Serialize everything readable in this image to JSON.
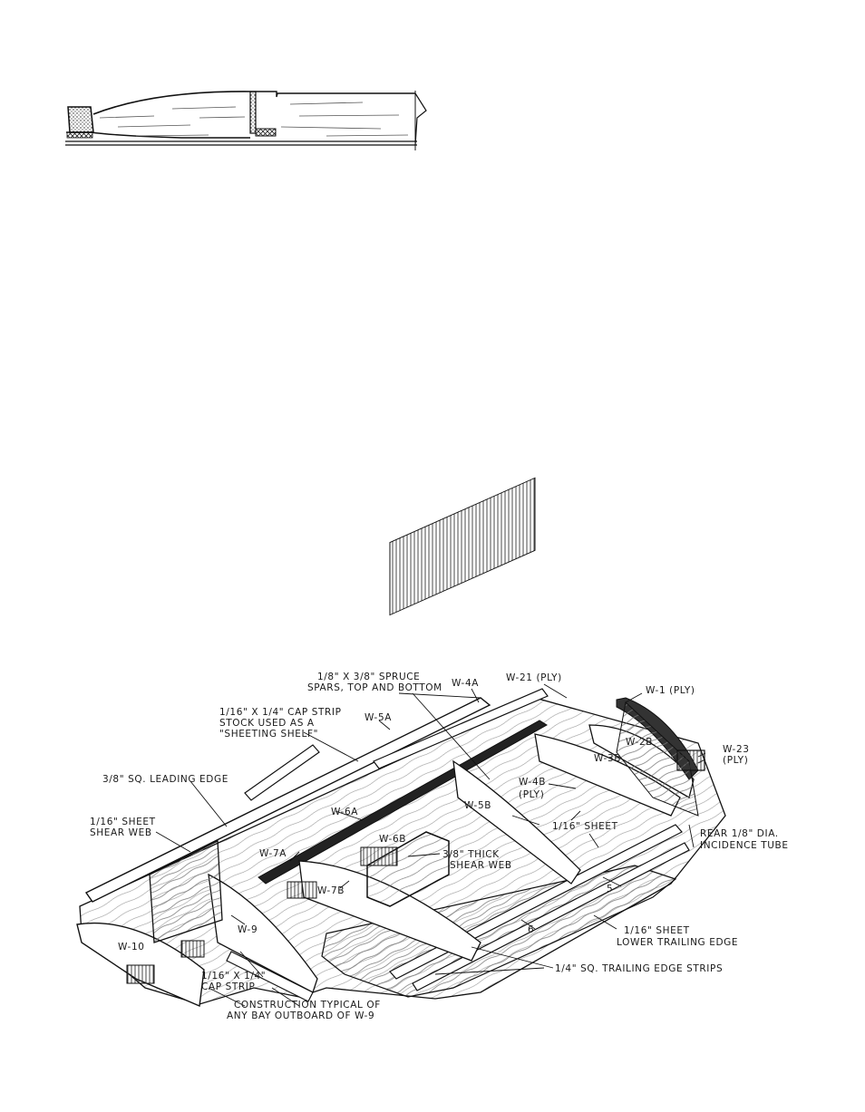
{
  "labels": {
    "spruce_spars_1": "1/8\" X 3/8\" SPRUCE",
    "spruce_spars_2": "SPARS, TOP AND BOTTOM",
    "w4a": "W-4A",
    "w21": "W-21 (PLY)",
    "w1": "W-1 (PLY)",
    "cap_shelf_1": "1/16\" X 1/4\" CAP STRIP",
    "cap_shelf_2": "STOCK USED AS A",
    "cap_shelf_3": "\"SHEETING SHELF\"",
    "w5a": "W-5A",
    "w2b": "W-2B",
    "w23_1": "W-23",
    "w23_2": "(PLY)",
    "w3b": "W-3B",
    "leading_edge": "3/8\" SQ. LEADING EDGE",
    "w4b_1": "W-4B",
    "w4b_2": "(PLY)",
    "w6a": "W-6A",
    "w5b": "W-5B",
    "sheet_116": "1/16\" SHEET",
    "shear_web_1": "1/16\" SHEET",
    "shear_web_2": "SHEAR WEB",
    "w6b": "W-6B",
    "thick_web_1": "3/8\" THICK",
    "thick_web_2": "SHEAR WEB",
    "rear_tube_1": "REAR 1/8\" DIA.",
    "rear_tube_2": "INCIDENCE TUBE",
    "w7a": "W-7A",
    "w7b": "W-7B",
    "num5": "5",
    "w9": "W-9",
    "num6": "6",
    "lower_te_1": "1/16\" SHEET",
    "lower_te_2": "LOWER TRAILING EDGE",
    "w10": "W-10",
    "te_strips": "1/4\" SQ. TRAILING EDGE STRIPS",
    "cap_strip_1": "1/16\" X 1/4\"",
    "cap_strip_2": "CAP STRIP",
    "typical_1": "CONSTRUCTION TYPICAL OF",
    "typical_2": "ANY BAY OUTBOARD OF W-9"
  }
}
